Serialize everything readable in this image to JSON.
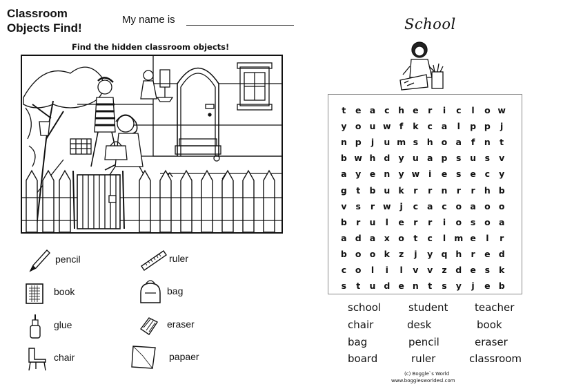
{
  "worksheet": {
    "title_line1": "Classroom",
    "title_line2": "Objects Find!",
    "name_label": "My name is",
    "instruction": "Find the hidden classroom objects!"
  },
  "objects": [
    {
      "label": "pencil",
      "icon": "pencil-icon"
    },
    {
      "label": "ruler",
      "icon": "ruler-icon"
    },
    {
      "label": "book",
      "icon": "book-icon"
    },
    {
      "label": "bag",
      "icon": "bag-icon"
    },
    {
      "label": "glue",
      "icon": "glue-icon"
    },
    {
      "label": "eraser",
      "icon": "eraser-icon"
    },
    {
      "label": "chair",
      "icon": "chair-icon"
    },
    {
      "label": "papaer",
      "icon": "paper-icon"
    }
  ],
  "wordsearch": {
    "title": "School",
    "rows": [
      "teachericlow",
      "youwfkcalppj",
      "npjumshoafnt",
      "bwhdyuapsusv",
      "ayenywiesecy",
      "gtbukrrnrrhb",
      "vsrwjcacoaoo",
      "brulerriosoa",
      "adaxotclmelr",
      "bookzjyqhred",
      "colilvvzdesk",
      "studentsyjeb"
    ],
    "words": [
      "school",
      "student",
      "teacher",
      "chair",
      "desk",
      "book",
      "bag",
      "pencil",
      "eraser",
      "board",
      "ruler",
      "classroom"
    ]
  },
  "credit": {
    "line1": "(c) Boggle`s World",
    "line2": "www.bogglesworldesl.com"
  }
}
